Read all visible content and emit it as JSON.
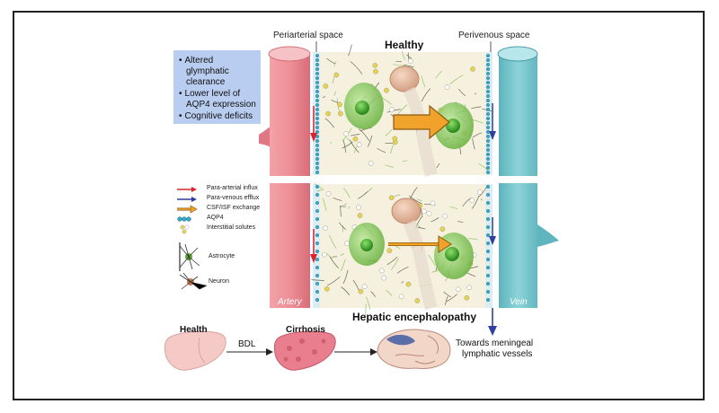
{
  "panels": {
    "healthy_title": "Healthy",
    "he_title": "Hepatic encephalopathy",
    "periarterial_label": "Periarterial space",
    "perivenous_label": "Perivenous space",
    "artery_label": "Artery",
    "vein_label": "Vein"
  },
  "callout": {
    "items": [
      "Altered glymphatic clearance",
      "Lower level of AQP4 expression",
      "Cognitive deficits"
    ]
  },
  "legend": {
    "items": [
      {
        "label": "Para-arterial influx",
        "icon": "red-arrow-icon",
        "color": "#d9232e"
      },
      {
        "label": "Para-venous efflux",
        "icon": "blue-arrow-icon",
        "color": "#2f3fa0"
      },
      {
        "label": "CSF/ISF exchange",
        "icon": "orange-arrow-icon",
        "color": "#e8961e"
      },
      {
        "label": "AQP4",
        "icon": "aqp4-channel-icon",
        "color": "#3aa8c8"
      },
      {
        "label": "Interstitial solutes",
        "icon": "solutes-icon",
        "color": "#e8d44a"
      }
    ],
    "astrocyte_label": "Astrocyte",
    "neuron_label": "Neuron"
  },
  "bottom": {
    "health_label": "Health",
    "bdl_label": "BDL",
    "cirrhosis_label": "Cirrhosis",
    "meningeal_label_line1": "Towards meningeal",
    "meningeal_label_line2": "lymphatic vessels"
  },
  "colors": {
    "artery": "#ee8f96",
    "artery_dark": "#c85a66",
    "vein": "#7cc8cf",
    "vein_dark": "#4a9ea8",
    "tissue": "#f6f1df",
    "astrocyte": "#7cc24a",
    "callout_bg": "#b9cdf0",
    "liver": "#f4c9c6",
    "cirrhosis": "#e87e8e"
  }
}
